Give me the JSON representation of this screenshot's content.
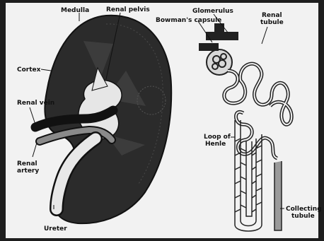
{
  "labels": {
    "medulla": "Medulla",
    "renal_pelvis": "Renal pelvis",
    "cortex": "Cortex",
    "renal_vein": "Renal vein",
    "renal_artery_1": "Renal",
    "renal_artery_2": "artery",
    "ureter": "Ureter",
    "glomerulus": "Glomerulus",
    "bowmans_capsule": "Bowman's capsule",
    "renal_tubule_1": "Renal",
    "renal_tubule_2": "tubule",
    "loop_of_henle_1": "Loop of",
    "loop_of_henle_2": "Henle",
    "collecting_tubule_1": "Collecting",
    "collecting_tubule_2": "tubule"
  },
  "colors": {
    "background": "#1e1e1e",
    "paper": "#f2f2f2",
    "kidney": "#2b2b2b",
    "ink": "#111111"
  }
}
